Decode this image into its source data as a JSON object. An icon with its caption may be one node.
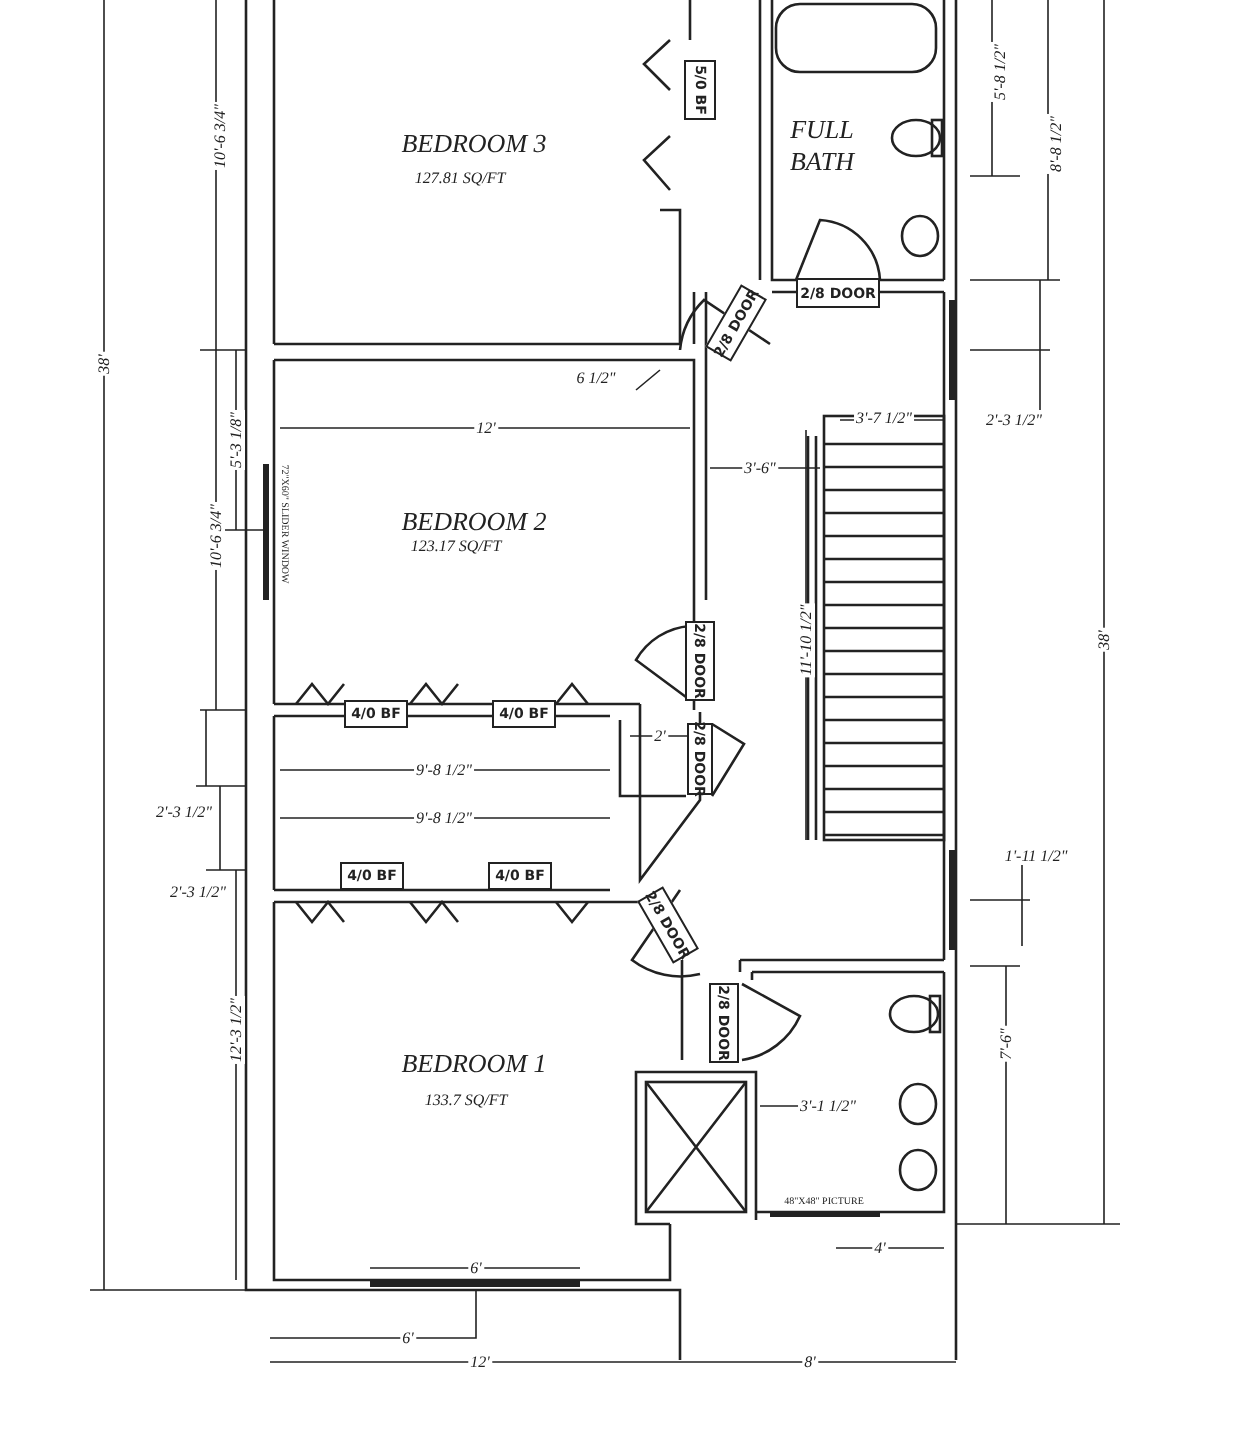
{
  "diagram": {
    "nodes": [
      {
        "text": [
          "BEDROOM 3",
          "127.81 SQ/FT"
        ]
      },
      {
        "text": [
          "FULL BATH"
        ]
      },
      {
        "text": [
          "BEDROOM 2",
          "123.17 SQ/FT"
        ]
      },
      {
        "text": [
          "BEDROOM 1",
          "133.7 SQ/FT"
        ]
      },
      {
        "text": [
          "5/0 BF"
        ]
      },
      {
        "text": [
          "2/8 DOOR"
        ]
      },
      {
        "text": [
          "2/8 DOOR"
        ]
      },
      {
        "text": [
          "2/8 DOOR"
        ]
      },
      {
        "text": [
          "2/8 DOOR"
        ]
      },
      {
        "text": [
          "4/0 BF"
        ]
      },
      {
        "text": [
          "4/0 BF"
        ]
      },
      {
        "text": [
          "4/0 BF"
        ]
      },
      {
        "text": [
          "4/0 BF"
        ]
      },
      {
        "text": [
          "2/8 DOOR"
        ]
      },
      {
        "text": [
          "2/8 DOOR"
        ]
      }
    ],
    "edges": [],
    "labels": [
      "5'-8 1/2\"",
      "10'-6 3/4\"",
      "8'-8 1/2\"",
      "38'",
      "6 1/2\"",
      "3'-7 1/2\"",
      "2'-3 1/2\"",
      "12'",
      "5'-3 1/8\"",
      "3'-6\"",
      "72\"X60\" SLIDER WINDOW",
      "10'-6 3/4\"",
      "11'-10 1/2\"",
      "38'",
      "2'",
      "9'-8 1/2\"",
      "2'-3 1/2\"",
      "9'-8 1/2\"",
      "1'-11 1/2\"",
      "2'-3 1/2\"",
      "12'-3 1/2\"",
      "7'-6\"",
      "3'-1 1/2\"",
      "48\"X48\" PICTURE",
      "4'",
      "6'",
      "6'",
      "12'",
      "8'"
    ]
  }
}
